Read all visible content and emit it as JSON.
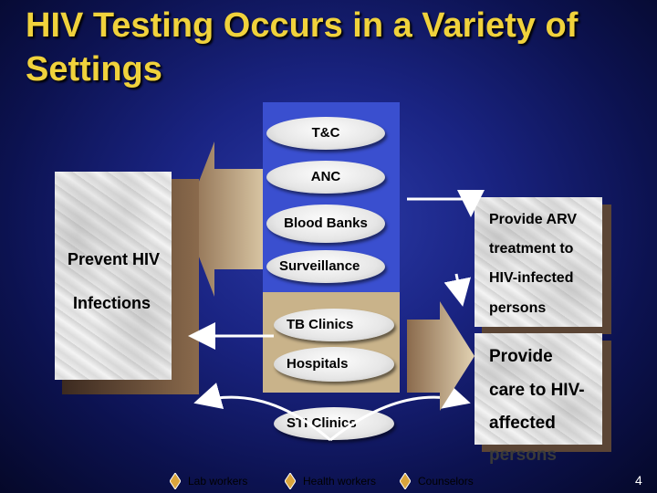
{
  "title": "HIV Testing Occurs in a Variety of Settings",
  "center_items": [
    "T&C",
    "ANC",
    "Blood Banks",
    "Surveillance",
    "TB Clinics",
    "Hospitals",
    "STI Clinics"
  ],
  "left_box": {
    "line1": "Prevent HIV",
    "line2": "Infections"
  },
  "right_box_1": {
    "lines": [
      "Provide ARV",
      "treatment to",
      "HIV-infected",
      "persons"
    ]
  },
  "right_box_2": {
    "lines": [
      "Provide",
      "care to HIV-",
      "affected",
      "persons"
    ]
  },
  "legend": [
    "Lab workers",
    "Health workers",
    "Counselors"
  ],
  "page_number": "4",
  "colors": {
    "title": "#f0d23c",
    "background": "#1a2483",
    "diamond": "#d9a43c"
  }
}
